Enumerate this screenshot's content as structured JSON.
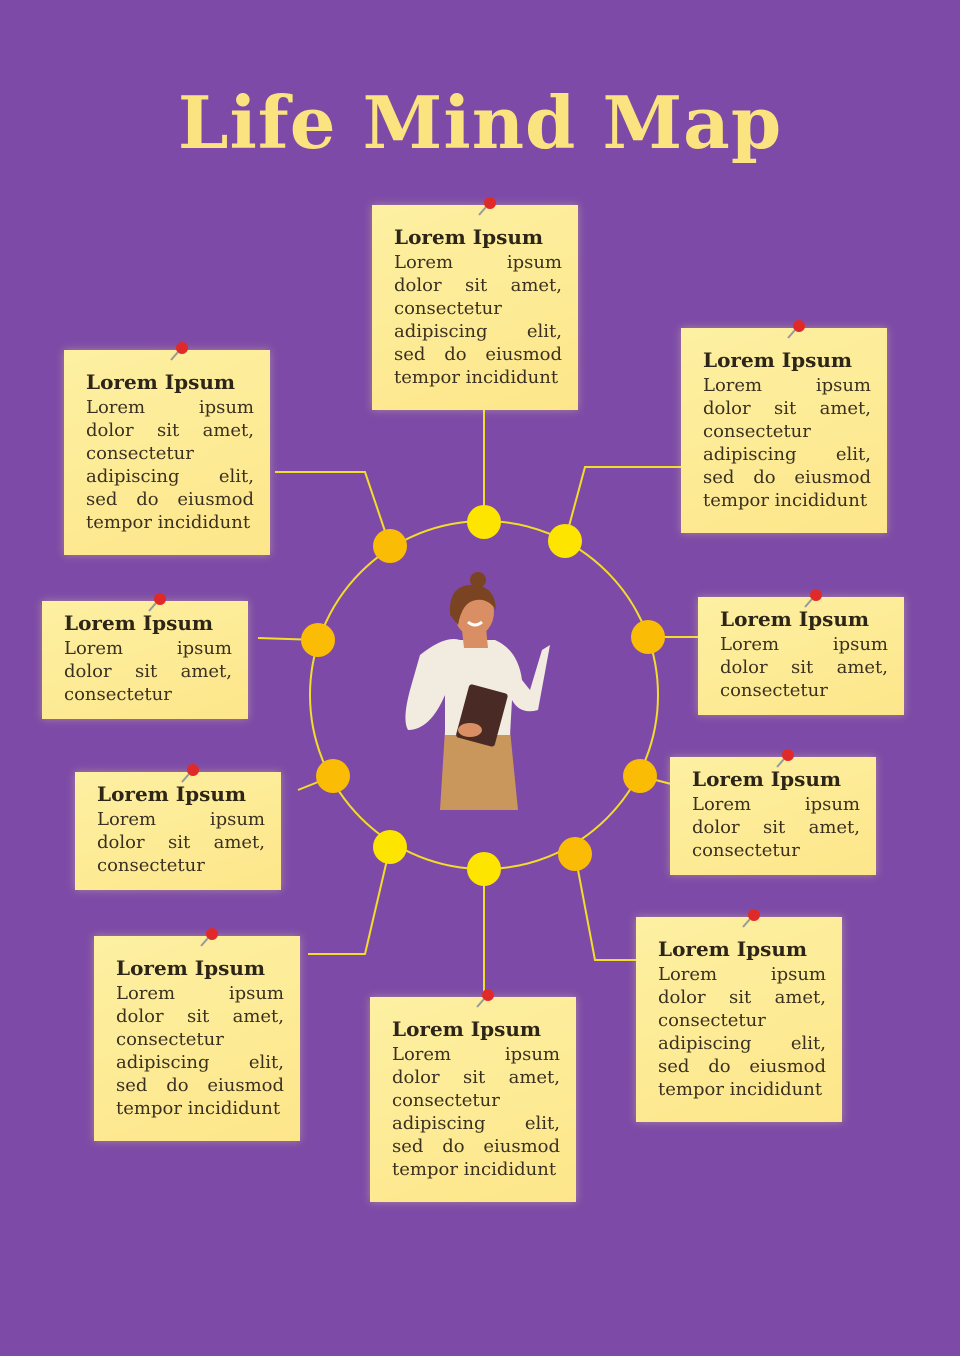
{
  "title": "Life Mind Map",
  "colors": {
    "background": "#7d4ba7",
    "title": "#fbe37f",
    "note": "#fde98c",
    "dot_yellow": "#fde500",
    "dot_orange": "#fbbc05",
    "line": "#f3dc2a"
  },
  "notes": [
    {
      "heading": "Lorem Ipsum",
      "body": "Lorem ipsum dolor sit amet, consectetur adipiscing elit, sed do eiusmod tempor incididunt"
    },
    {
      "heading": "Lorem Ipsum",
      "body": "Lorem ipsum dolor sit amet, consectetur adipiscing elit, sed do eiusmod tempor incididunt"
    },
    {
      "heading": "Lorem Ipsum",
      "body": "Lorem ipsum dolor sit amet, consectetur adipiscing elit, sed do eiusmod tempor incididunt"
    },
    {
      "heading": "Lorem Ipsum",
      "body": "Lorem ipsum dolor sit amet, consectetur"
    },
    {
      "heading": "Lorem Ipsum",
      "body": "Lorem ipsum dolor sit amet, consectetur"
    },
    {
      "heading": "Lorem Ipsum",
      "body": "Lorem ipsum dolor sit amet, consectetur"
    },
    {
      "heading": "Lorem Ipsum",
      "body": "Lorem ipsum dolor sit amet, consectetur"
    },
    {
      "heading": "Lorem Ipsum",
      "body": "Lorem ipsum dolor sit amet, consectetur adipiscing elit, sed do eiusmod tempor incididunt"
    },
    {
      "heading": "Lorem Ipsum",
      "body": "Lorem ipsum dolor sit amet, consectetur adipiscing elit, sed do eiusmod tempor incididunt"
    },
    {
      "heading": "Lorem Ipsum",
      "body": "Lorem ipsum dolor sit amet, consectetur adipiscing elit, sed do eiusmod tempor incididunt"
    }
  ]
}
